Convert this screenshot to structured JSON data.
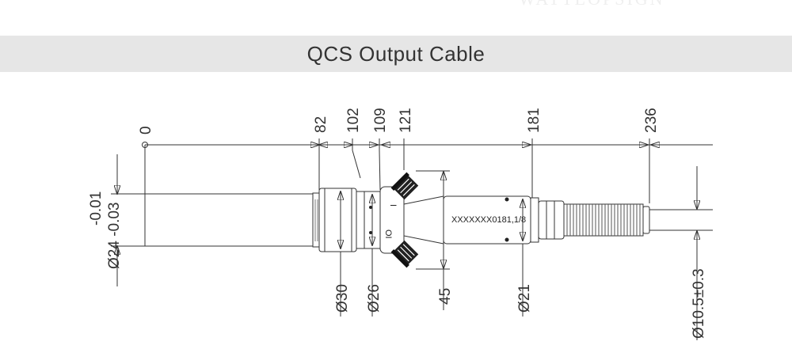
{
  "header": {
    "title": "QCS Output Cable",
    "watermark": "WATTLOPSIGN"
  },
  "dimensions": {
    "top": [
      "0",
      "82",
      "102",
      "109",
      "121",
      "181",
      "236"
    ],
    "tolerance_upper": "-0.01",
    "tolerance_lower": "Ø24 -0.03",
    "d30": "Ø30",
    "d26": "Ø26",
    "h45": "45",
    "d21": "Ø21",
    "d10": "Ø10.5±0.3"
  },
  "markings": {
    "serial": "XXXXXXX0181,1/8",
    "label_i": "I",
    "label_o": "O",
    "label_io": "OI"
  },
  "colors": {
    "banner": "#e6e6e6",
    "line": "#333333",
    "text": "#333333"
  }
}
